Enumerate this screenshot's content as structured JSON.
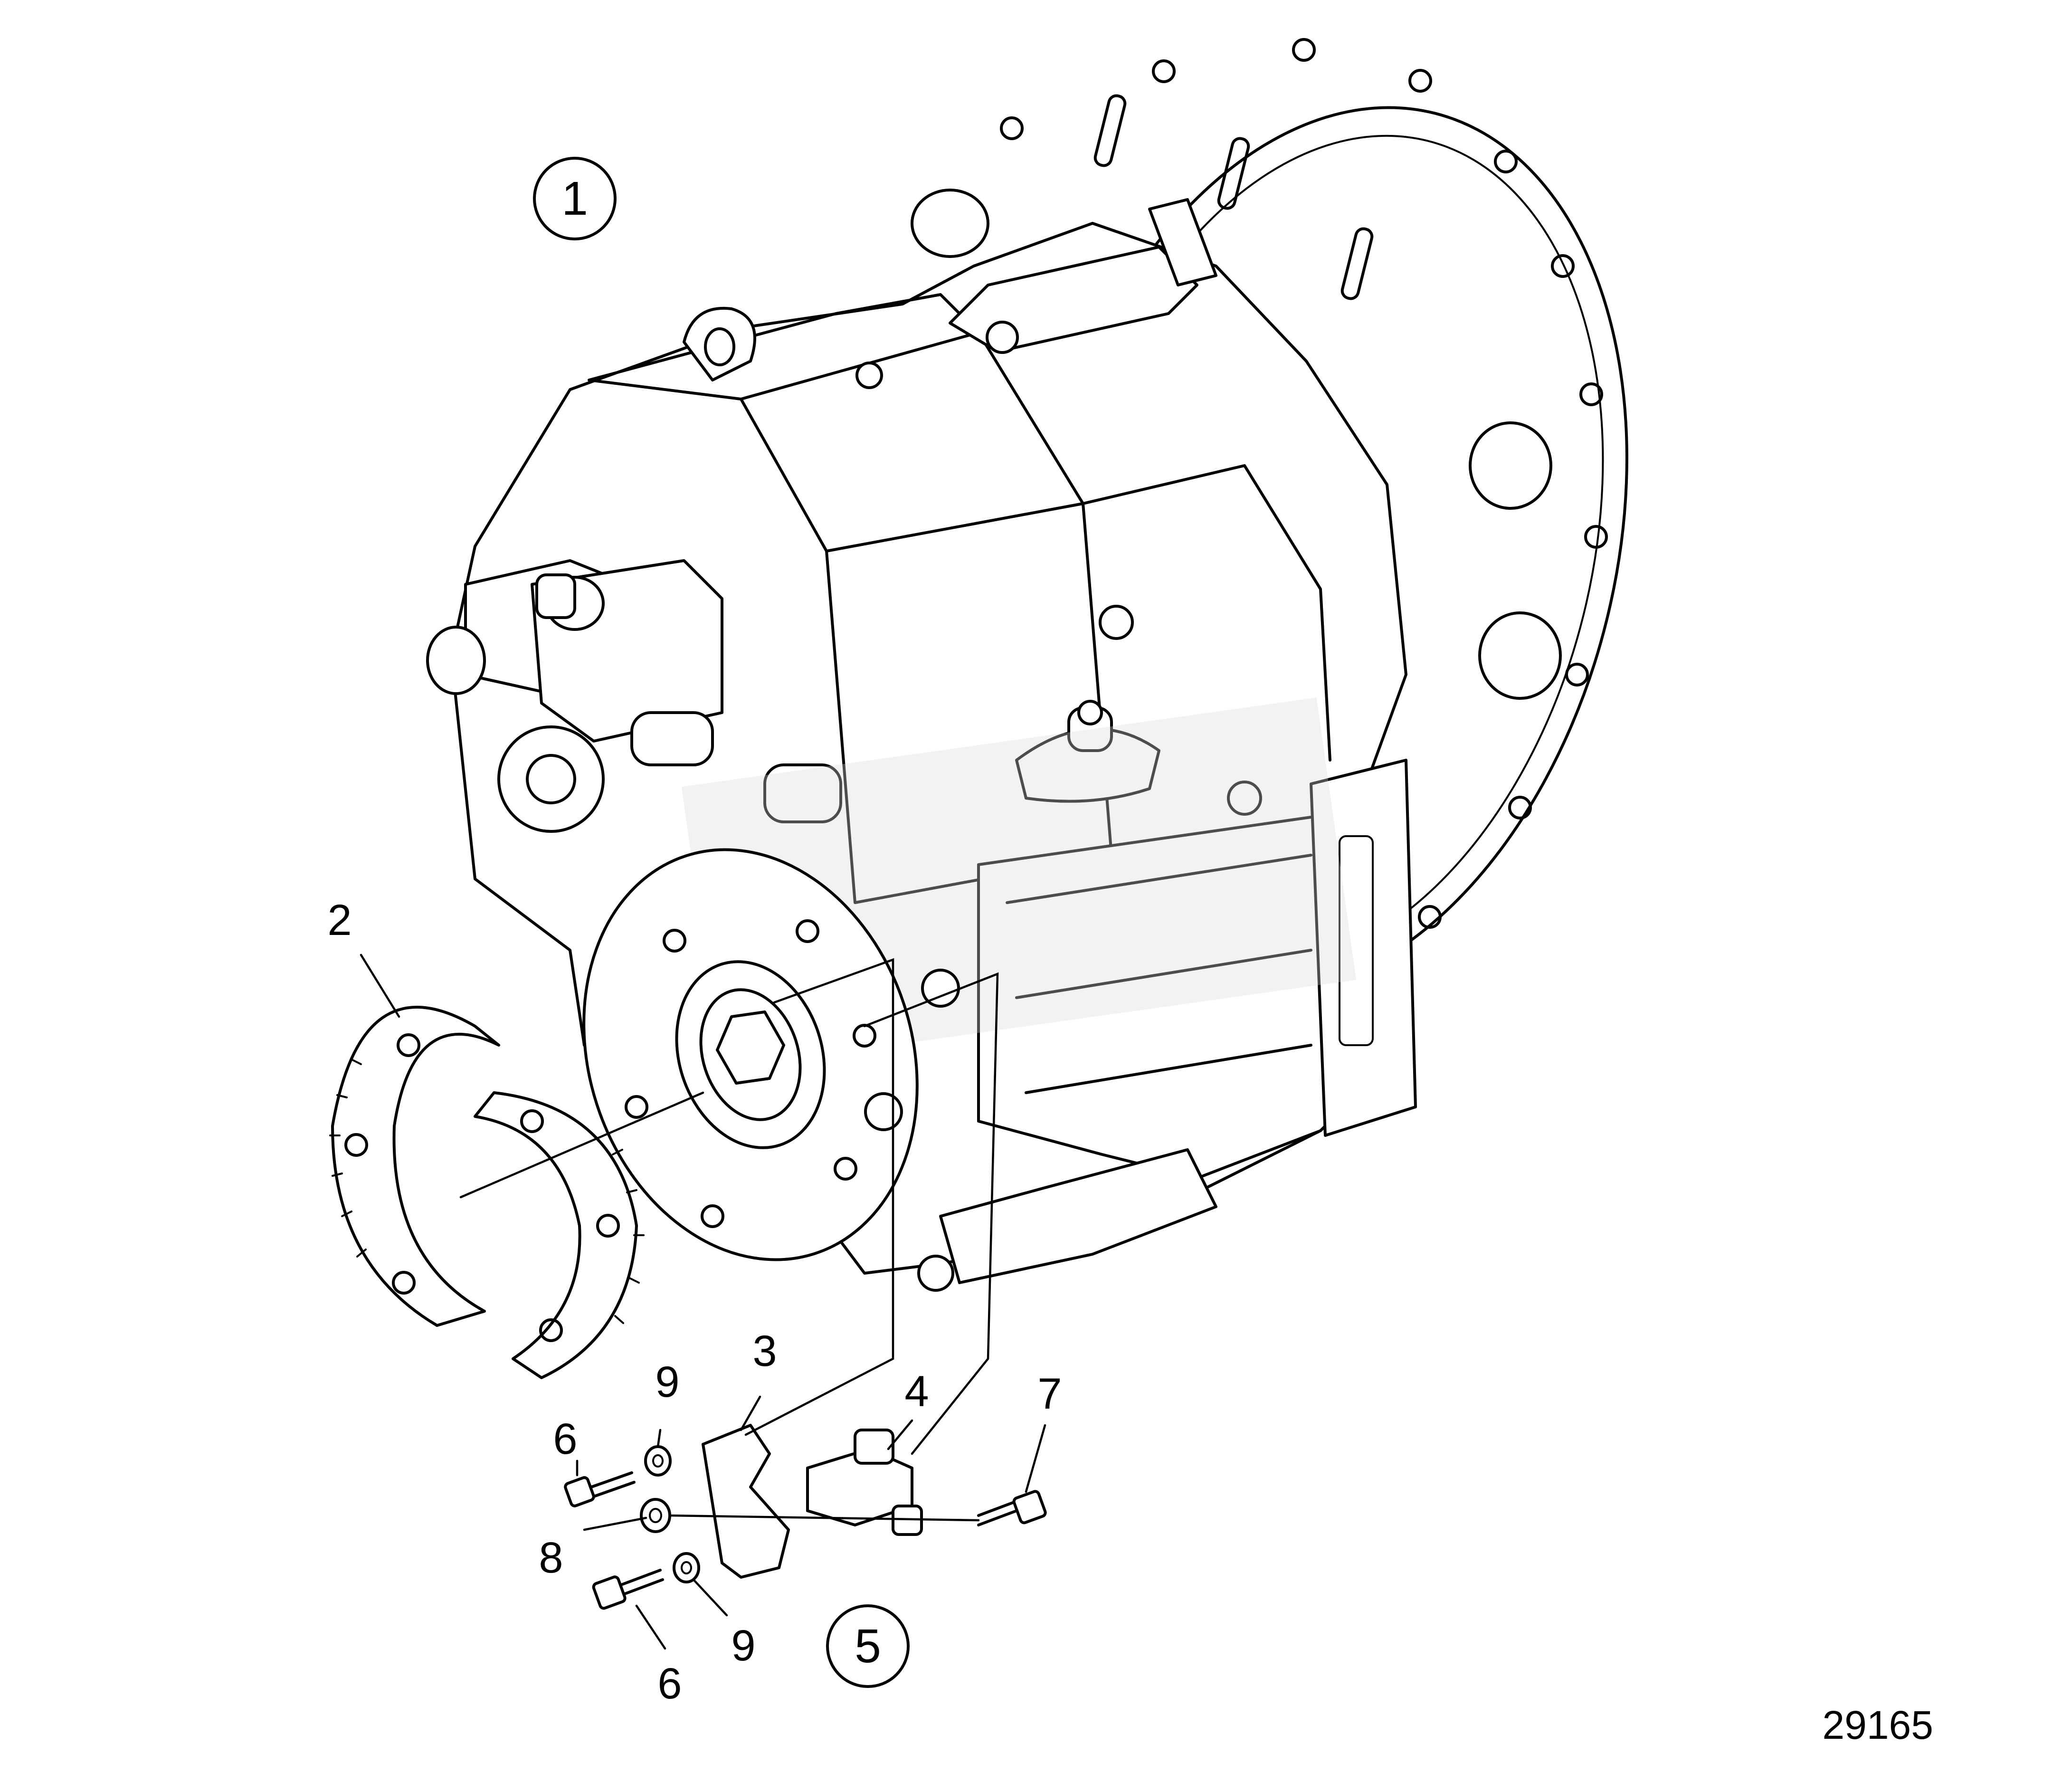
{
  "callouts": {
    "c1": "1",
    "c2": "2",
    "c3": "3",
    "c4": "4",
    "c5": "5",
    "c6a": "6",
    "c6b": "6",
    "c7": "7",
    "c8": "8",
    "c9a": "9",
    "c9b": "9"
  },
  "figure_number": "29165"
}
